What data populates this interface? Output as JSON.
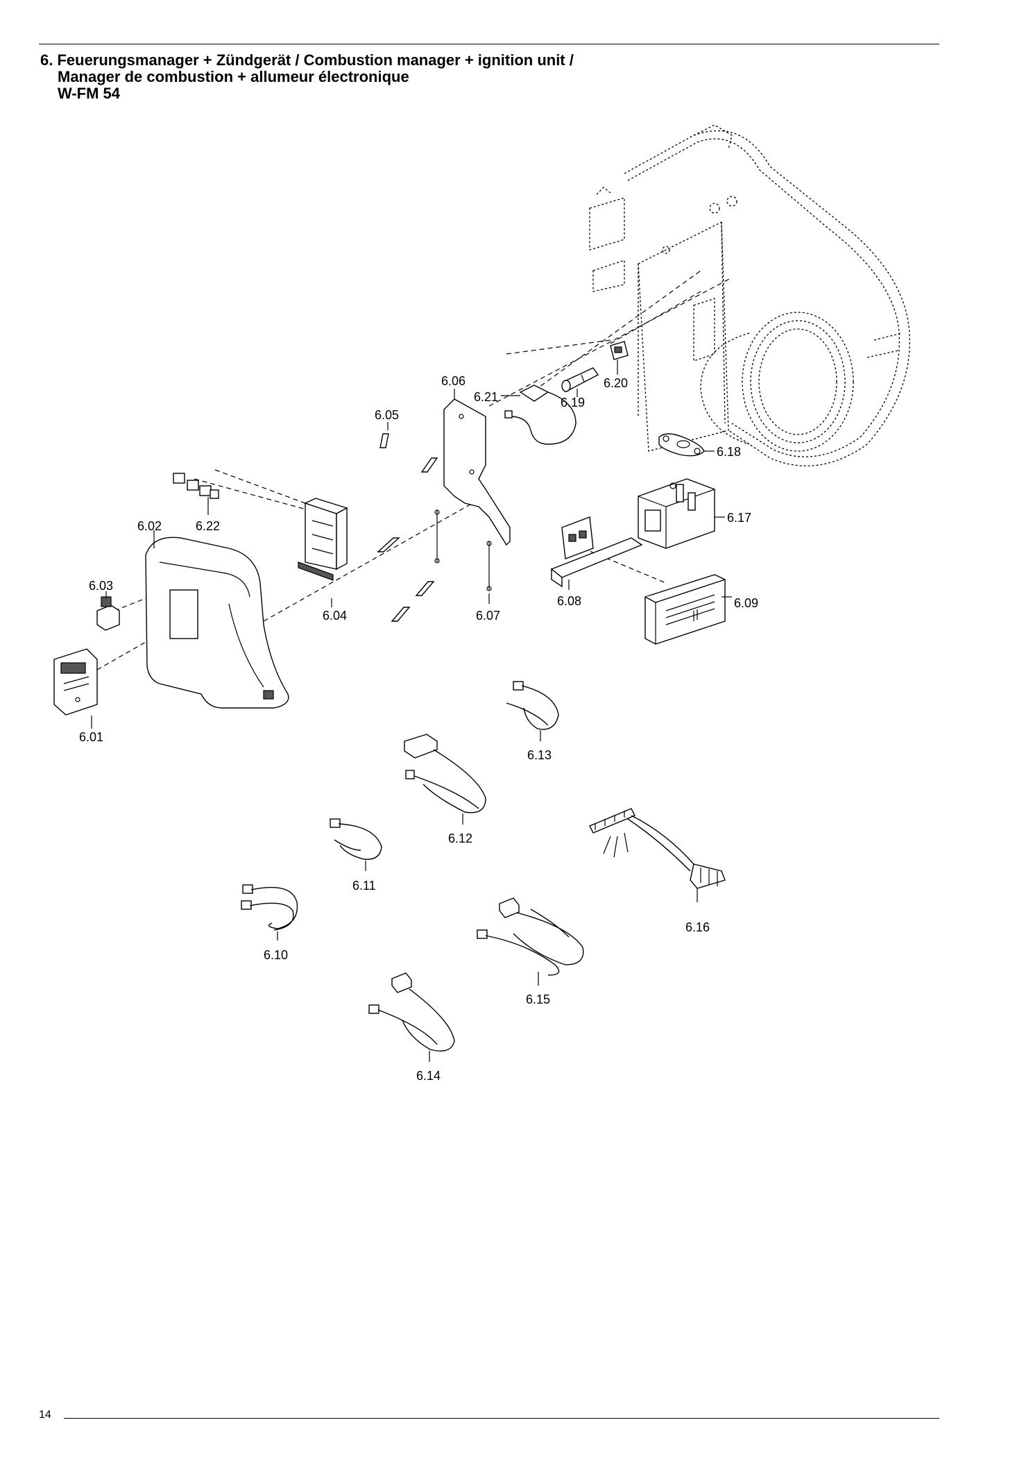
{
  "heading": {
    "line1": "6. Feuerungsmanager + Zündgerät / Combustion manager + ignition unit /",
    "line2": "Manager de combustion + allumeur électronique",
    "line3": "W-FM 54"
  },
  "page_number": "14",
  "callouts": {
    "p601": "6.01",
    "p602": "6.02",
    "p603": "6.03",
    "p604": "6.04",
    "p605": "6.05",
    "p606": "6.06",
    "p607": "6.07",
    "p608": "6.08",
    "p609": "6.09",
    "p610": "6.10",
    "p611": "6.11",
    "p612": "6.12",
    "p613": "6.13",
    "p614": "6.14",
    "p615": "6.15",
    "p616": "6.16",
    "p617": "6.17",
    "p618": "6.18",
    "p619": "6.19",
    "p620": "6.20",
    "p621": "6.21",
    "p622": "6.22"
  }
}
